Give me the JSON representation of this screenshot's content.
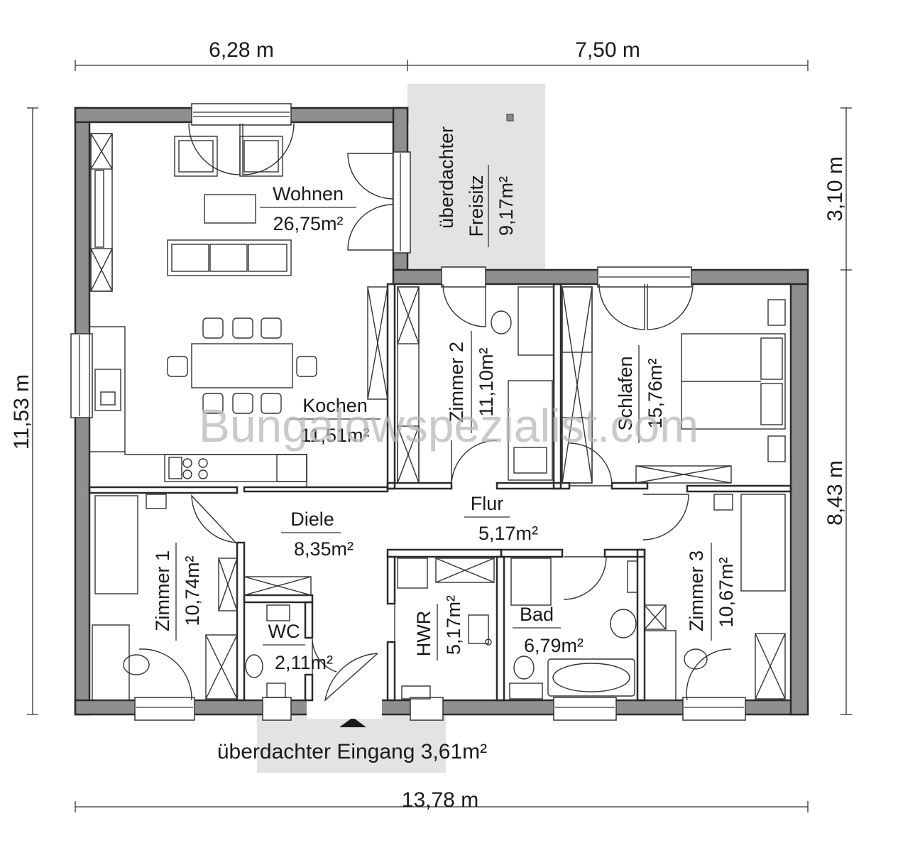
{
  "dimensions": {
    "top_left": "6,28 m",
    "top_right": "7,50 m",
    "left": "11,53 m",
    "right_upper": "3,10 m",
    "right_lower": "8,43 m",
    "bottom": "13,78 m"
  },
  "rooms": {
    "wohnen": {
      "name": "Wohnen",
      "area": "26,75m²"
    },
    "kochen": {
      "name": "Kochen",
      "area": "11,51m²"
    },
    "zimmer2": {
      "name": "Zimmer 2",
      "area": "11,10m²"
    },
    "schlafen": {
      "name": "Schlafen",
      "area": "15,76m²"
    },
    "diele": {
      "name": "Diele",
      "area": "8,35m²"
    },
    "flur": {
      "name": "Flur",
      "area": "5,17m²"
    },
    "zimmer1": {
      "name": "Zimmer 1",
      "area": "10,74m²"
    },
    "wc": {
      "name": "WC",
      "area": "2,11m²"
    },
    "hwr": {
      "name": "HWR",
      "area": "5,17m²"
    },
    "bad": {
      "name": "Bad",
      "area": "6,79m²"
    },
    "zimmer3": {
      "name": "Zimmer 3",
      "area": "10,67m²"
    }
  },
  "freisitz": {
    "line1": "überdachter",
    "line2": "Freisitz",
    "area": "9,17m²"
  },
  "eingang": {
    "label": "überdachter Eingang 3,61m²"
  },
  "watermark": "Bungalowspezialist.com",
  "colors": {
    "wall": "#8f8f8f",
    "shade": "#e3e3e3",
    "line": "#2a2a2a"
  }
}
